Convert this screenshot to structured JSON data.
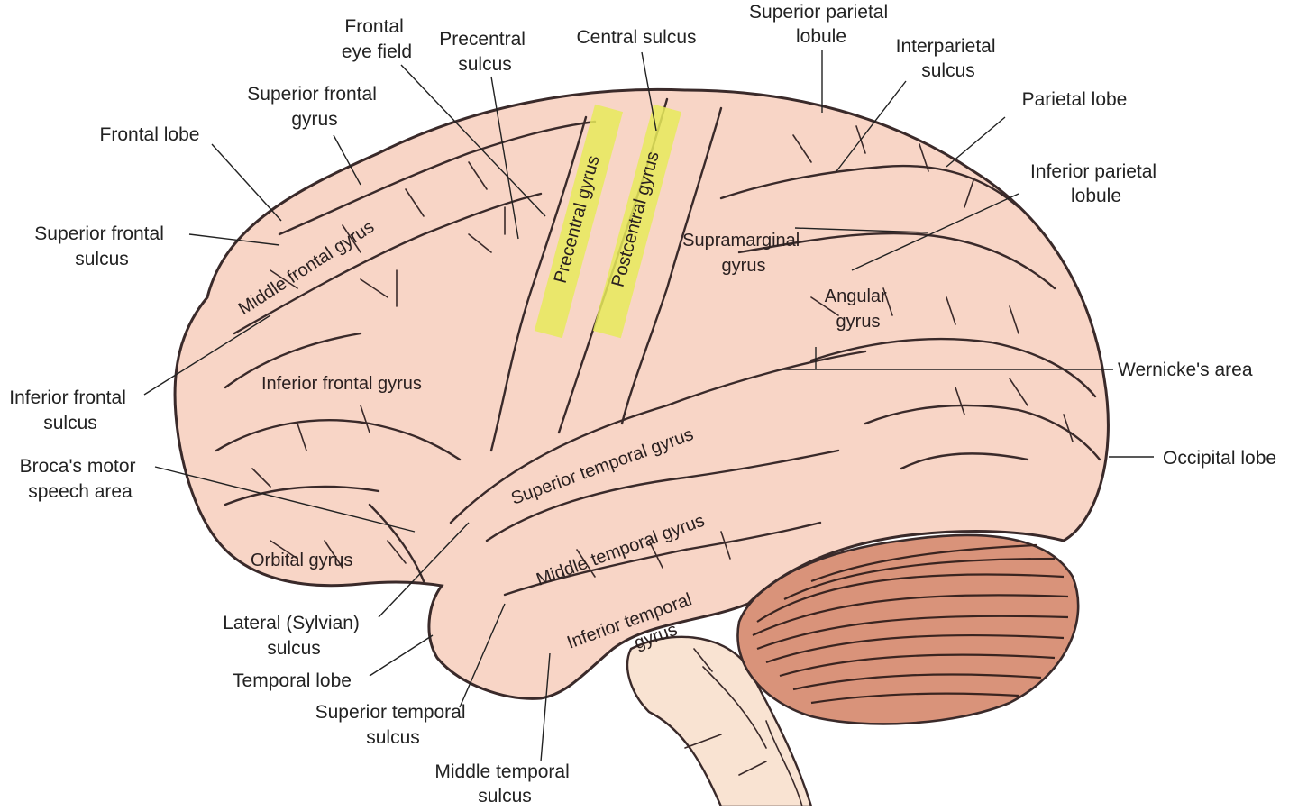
{
  "colors": {
    "cortex": "#f8d5c6",
    "outline": "#3a2a2a",
    "cerebellum": "#d9937a",
    "brainstem": "#f9e3d2",
    "highlight": "#e8ea5a"
  },
  "labels": {
    "frontal_eye_field": [
      "Frontal",
      "eye field"
    ],
    "precentral_sulcus": [
      "Precentral",
      "sulcus"
    ],
    "central_sulcus": [
      "Central sulcus"
    ],
    "superior_parietal_lobule": [
      "Superior parietal",
      "lobule"
    ],
    "interparietal_sulcus": [
      "Interparietal",
      "sulcus"
    ],
    "parietal_lobe": [
      "Parietal lobe"
    ],
    "inferior_parietal_lobule": [
      "Inferior parietal",
      "lobule"
    ],
    "superior_frontal_gyrus": [
      "Superior frontal",
      "gyrus"
    ],
    "frontal_lobe": [
      "Frontal lobe"
    ],
    "superior_frontal_sulcus": [
      "Superior frontal",
      "sulcus"
    ],
    "inferior_frontal_sulcus": [
      "Inferior frontal",
      "sulcus"
    ],
    "brocas_area": [
      "Broca's motor",
      "speech area"
    ],
    "lateral_sulcus": [
      "Lateral (Sylvian)",
      "sulcus"
    ],
    "temporal_lobe": [
      "Temporal lobe"
    ],
    "superior_temporal_sulcus": [
      "Superior temporal",
      "sulcus"
    ],
    "middle_temporal_sulcus": [
      "Middle temporal",
      "sulcus"
    ],
    "wernickes_area": [
      "Wernicke's area"
    ],
    "occipital_lobe": [
      "Occipital lobe"
    ]
  },
  "inner_labels": {
    "middle_frontal_gyrus": "Middle frontal gyrus",
    "precentral_gyrus": "Precentral gyrus",
    "postcentral_gyrus": "Postcentral gyrus",
    "supramarginal_gyrus": [
      "Supramarginal",
      "gyrus"
    ],
    "angular_gyrus": [
      "Angular",
      "gyrus"
    ],
    "inferior_frontal_gyrus": "Inferior frontal gyrus",
    "superior_temporal_gyrus": "Superior temporal gyrus",
    "middle_temporal_gyrus": "Middle temporal gyrus",
    "inferior_temporal_gyrus": [
      "Inferior temporal",
      "gyrus"
    ],
    "orbital_gyrus": "Orbital gyrus"
  }
}
